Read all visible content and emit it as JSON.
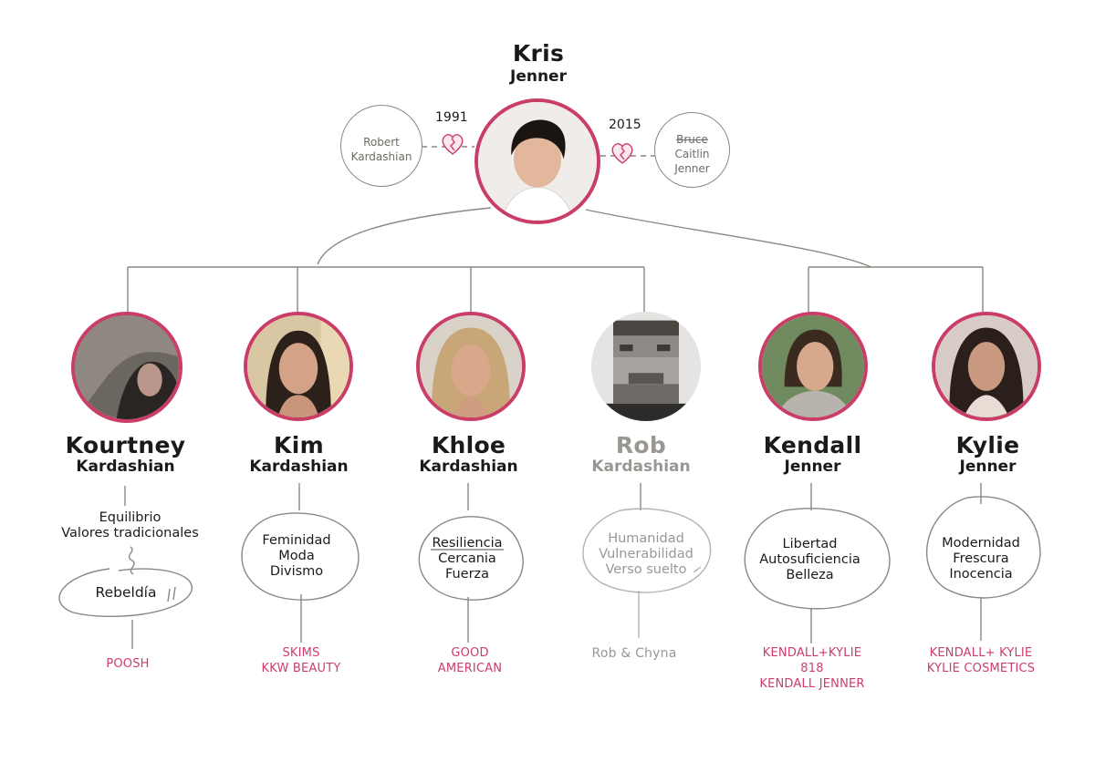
{
  "root": {
    "first": "Kris",
    "last": "Jenner",
    "photo_icon": "portrait-kris-jenner"
  },
  "partners": {
    "left": {
      "line1": "Robert",
      "line2": "Kardashian",
      "year": "1991",
      "icon": "broken-heart-icon"
    },
    "right": {
      "struck": "Bruce",
      "line1": "Caitlin",
      "line2": "Jenner",
      "year": "2015",
      "icon": "broken-heart-icon"
    }
  },
  "children": [
    {
      "first": "Kourtney",
      "last": "Kardashian",
      "traits_top": [
        "Equilibrio",
        "Valores tradicionales"
      ],
      "traits_circle": [
        "Rebeldía"
      ],
      "brands": [
        "POOSH"
      ]
    },
    {
      "first": "Kim",
      "last": "Kardashian",
      "traits_circle": [
        "Feminidad",
        "Moda",
        "Divismo"
      ],
      "brands": [
        "SKIMS",
        "KKW BEAUTY"
      ]
    },
    {
      "first": "Khloe",
      "last": "Kardashian",
      "traits_circle": [
        "Resiliencia",
        "Cercania",
        "Fuerza"
      ],
      "brands": [
        "GOOD",
        "AMERICAN"
      ]
    },
    {
      "first": "Rob",
      "last": "Kardashian",
      "traits_circle": [
        "Humanidad",
        "Vulnerabilidad",
        "Verso suelto"
      ],
      "brands": [
        "Rob & Chyna"
      ]
    },
    {
      "first": "Kendall",
      "last": "Jenner",
      "traits_circle": [
        "Libertad",
        "Autosuficiencia",
        "Belleza"
      ],
      "brands": [
        "KENDALL+KYLIE",
        "818",
        "KENDALL JENNER"
      ]
    },
    {
      "first": "Kylie",
      "last": "Jenner",
      "traits_circle": [
        "Modernidad",
        "Frescura",
        "Inocencia"
      ],
      "brands": [
        "KENDALL+ KYLIE",
        "KYLIE COSMETICS"
      ]
    }
  ],
  "colors": {
    "accent": "#c93d67",
    "brand_text": "#cc3d6b",
    "line": "#8c8781",
    "muted": "#9a9793"
  }
}
